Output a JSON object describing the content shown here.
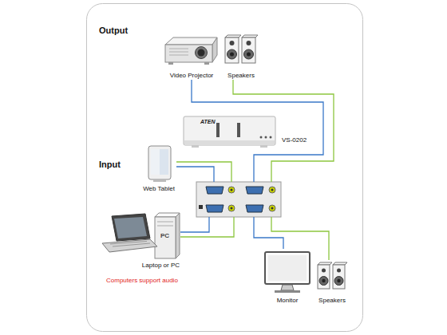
{
  "diagram": {
    "nodes": [
      {
        "text": [
          "Video Projector"
        ]
      },
      {
        "text": [
          "Speakers"
        ]
      },
      {
        "text": [
          "VS-0202"
        ]
      },
      {
        "text": [
          "Web Tablet"
        ]
      },
      {
        "text": [
          "Laptop or PC"
        ]
      },
      {
        "text": [
          "Monitor"
        ]
      },
      {
        "text": [
          "Speakers"
        ]
      }
    ],
    "edges": [
      {
        "from": 3,
        "to": 2,
        "arrow": "none"
      },
      {
        "from": 3,
        "to": 2,
        "arrow": "none"
      },
      {
        "from": 4,
        "to": 2,
        "arrow": "none"
      },
      {
        "from": 4,
        "to": 2,
        "arrow": "none"
      },
      {
        "from": 2,
        "to": 0,
        "arrow": "none"
      },
      {
        "from": 2,
        "to": 1,
        "arrow": "none"
      },
      {
        "from": 2,
        "to": 5,
        "arrow": "none"
      },
      {
        "from": 2,
        "to": 6,
        "arrow": "none"
      }
    ],
    "labels": [
      "Output",
      "Input",
      "ATEN",
      "PC",
      "Computers support audio"
    ]
  }
}
